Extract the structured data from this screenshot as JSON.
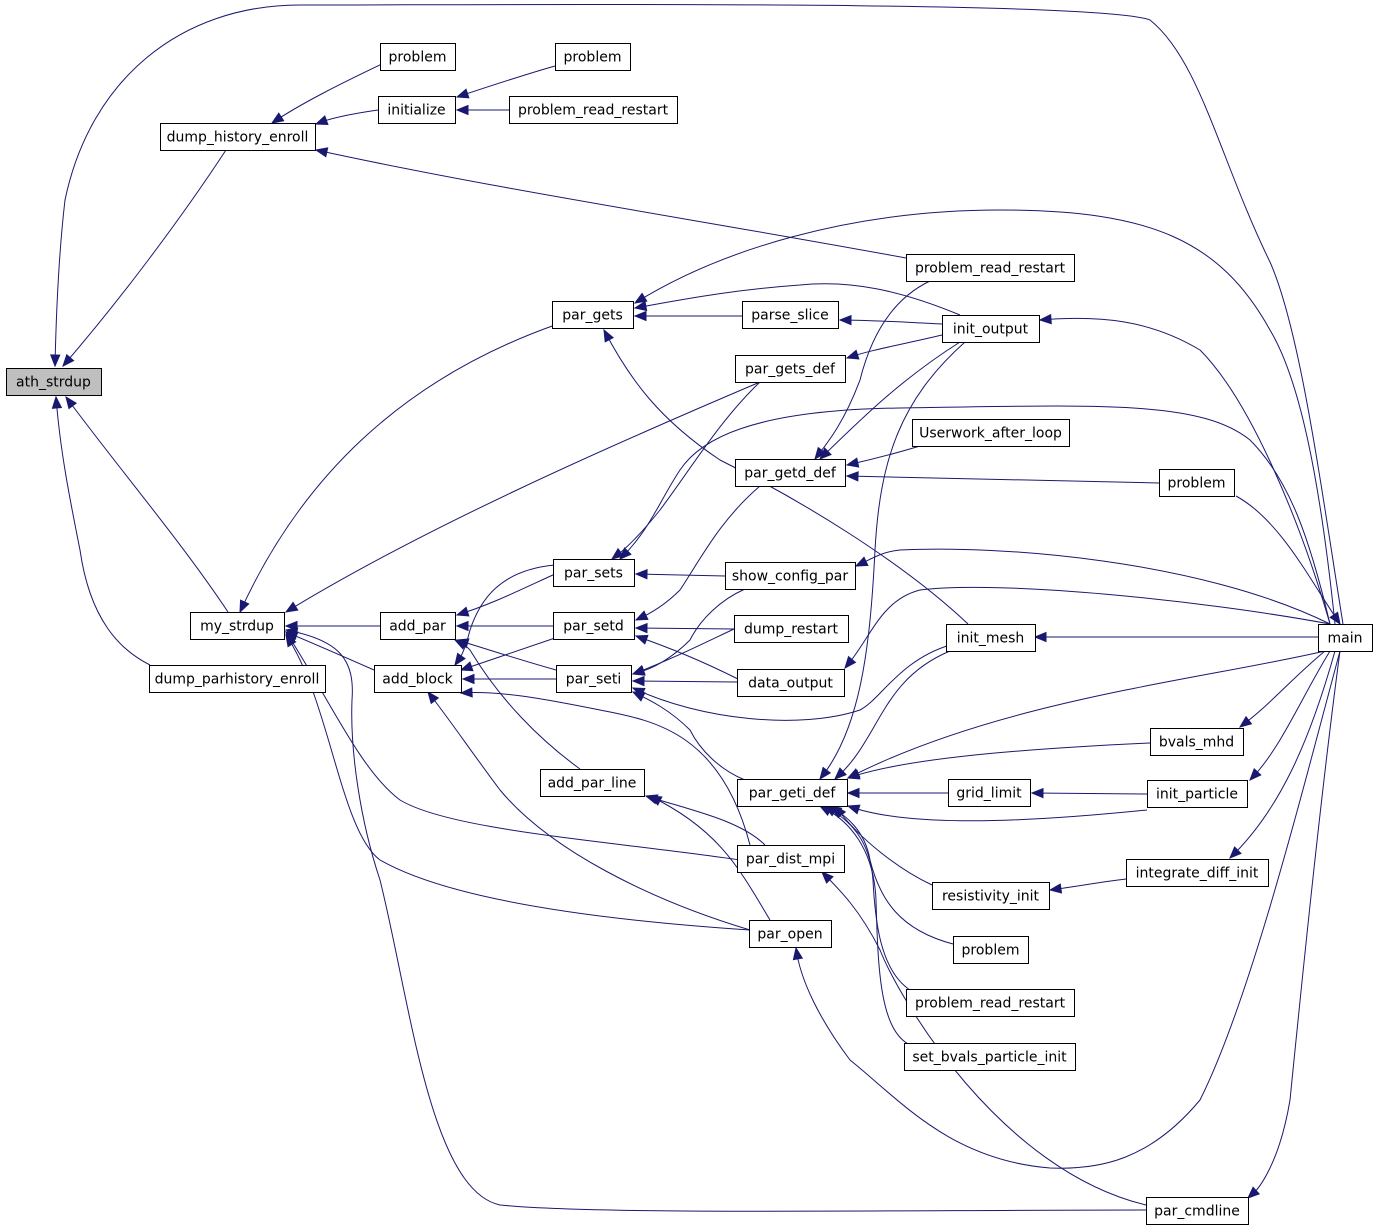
{
  "graph": {
    "title": "",
    "colors": {
      "edge": "#191970",
      "node_border": "#000000",
      "highlight_fill": "#bfbfbf",
      "background": "#ffffff"
    },
    "nodes": [
      {
        "id": "ath_strdup",
        "label": "ath_strdup",
        "highlight": true
      },
      {
        "id": "dump_history_enroll",
        "label": "dump_history_enroll"
      },
      {
        "id": "problem_a",
        "label": "problem"
      },
      {
        "id": "initialize",
        "label": "initialize"
      },
      {
        "id": "problem_b",
        "label": "problem"
      },
      {
        "id": "problem_read_restart_a",
        "label": "problem_read_restart"
      },
      {
        "id": "my_strdup",
        "label": "my_strdup"
      },
      {
        "id": "dump_parhistory_enroll",
        "label": "dump_parhistory_enroll"
      },
      {
        "id": "add_par",
        "label": "add_par"
      },
      {
        "id": "add_block",
        "label": "add_block"
      },
      {
        "id": "par_gets",
        "label": "par_gets"
      },
      {
        "id": "parse_slice",
        "label": "parse_slice"
      },
      {
        "id": "par_gets_def",
        "label": "par_gets_def"
      },
      {
        "id": "par_getd_def",
        "label": "par_getd_def"
      },
      {
        "id": "par_sets",
        "label": "par_sets"
      },
      {
        "id": "par_setd",
        "label": "par_setd"
      },
      {
        "id": "par_seti",
        "label": "par_seti"
      },
      {
        "id": "add_par_line",
        "label": "add_par_line"
      },
      {
        "id": "show_config_par",
        "label": "show_config_par"
      },
      {
        "id": "dump_restart",
        "label": "dump_restart"
      },
      {
        "id": "data_output",
        "label": "data_output"
      },
      {
        "id": "par_geti_def",
        "label": "par_geti_def"
      },
      {
        "id": "par_dist_mpi",
        "label": "par_dist_mpi"
      },
      {
        "id": "par_open",
        "label": "par_open"
      },
      {
        "id": "problem_read_restart_b",
        "label": "problem_read_restart"
      },
      {
        "id": "init_output",
        "label": "init_output"
      },
      {
        "id": "Userwork_after_loop",
        "label": "Userwork_after_loop"
      },
      {
        "id": "problem_c",
        "label": "problem"
      },
      {
        "id": "init_mesh",
        "label": "init_mesh"
      },
      {
        "id": "bvals_mhd",
        "label": "bvals_mhd"
      },
      {
        "id": "grid_limit",
        "label": "grid_limit"
      },
      {
        "id": "init_particle",
        "label": "init_particle"
      },
      {
        "id": "resistivity_init",
        "label": "resistivity_init"
      },
      {
        "id": "integrate_diff_init",
        "label": "integrate_diff_init"
      },
      {
        "id": "problem_d",
        "label": "problem"
      },
      {
        "id": "problem_read_restart_c",
        "label": "problem_read_restart"
      },
      {
        "id": "set_bvals_particle_init",
        "label": "set_bvals_particle_init"
      },
      {
        "id": "par_cmdline",
        "label": "par_cmdline"
      },
      {
        "id": "main",
        "label": "main"
      }
    ],
    "edges": [
      {
        "from": "dump_history_enroll",
        "to": "ath_strdup"
      },
      {
        "from": "my_strdup",
        "to": "ath_strdup"
      },
      {
        "from": "dump_parhistory_enroll",
        "to": "ath_strdup"
      },
      {
        "from": "main",
        "to": "ath_strdup"
      },
      {
        "from": "problem_a",
        "to": "dump_history_enroll"
      },
      {
        "from": "initialize",
        "to": "dump_history_enroll"
      },
      {
        "from": "problem_read_restart_b",
        "to": "dump_history_enroll"
      },
      {
        "from": "problem_b",
        "to": "initialize"
      },
      {
        "from": "problem_read_restart_a",
        "to": "initialize"
      },
      {
        "from": "add_par",
        "to": "my_strdup"
      },
      {
        "from": "add_block",
        "to": "my_strdup"
      },
      {
        "from": "par_gets",
        "to": "my_strdup"
      },
      {
        "from": "par_gets_def",
        "to": "my_strdup"
      },
      {
        "from": "par_dist_mpi",
        "to": "my_strdup"
      },
      {
        "from": "par_open",
        "to": "my_strdup"
      },
      {
        "from": "par_cmdline",
        "to": "my_strdup"
      },
      {
        "from": "par_sets",
        "to": "add_par"
      },
      {
        "from": "par_setd",
        "to": "add_par"
      },
      {
        "from": "par_seti",
        "to": "add_par"
      },
      {
        "from": "add_par_line",
        "to": "add_par"
      },
      {
        "from": "par_sets",
        "to": "add_block"
      },
      {
        "from": "par_setd",
        "to": "add_block"
      },
      {
        "from": "par_seti",
        "to": "add_block"
      },
      {
        "from": "par_dist_mpi",
        "to": "add_block"
      },
      {
        "from": "par_open",
        "to": "add_block"
      },
      {
        "from": "parse_slice",
        "to": "par_gets"
      },
      {
        "from": "init_output",
        "to": "par_gets"
      },
      {
        "from": "init_mesh",
        "to": "par_gets"
      },
      {
        "from": "main",
        "to": "par_gets"
      },
      {
        "from": "init_output",
        "to": "parse_slice"
      },
      {
        "from": "init_output",
        "to": "par_gets_def"
      },
      {
        "from": "problem_read_restart_b",
        "to": "par_getd_def"
      },
      {
        "from": "init_output",
        "to": "par_getd_def"
      },
      {
        "from": "Userwork_after_loop",
        "to": "par_getd_def"
      },
      {
        "from": "problem_c",
        "to": "par_getd_def"
      },
      {
        "from": "show_config_par",
        "to": "par_sets"
      },
      {
        "from": "par_gets_def",
        "to": "par_sets"
      },
      {
        "from": "main",
        "to": "par_sets"
      },
      {
        "from": "dump_restart",
        "to": "par_setd"
      },
      {
        "from": "data_output",
        "to": "par_setd"
      },
      {
        "from": "par_getd_def",
        "to": "par_setd"
      },
      {
        "from": "show_config_par",
        "to": "par_seti"
      },
      {
        "from": "dump_restart",
        "to": "par_seti"
      },
      {
        "from": "data_output",
        "to": "par_seti"
      },
      {
        "from": "init_mesh",
        "to": "par_seti"
      },
      {
        "from": "par_geti_def",
        "to": "par_seti"
      },
      {
        "from": "par_dist_mpi",
        "to": "add_par_line"
      },
      {
        "from": "par_open",
        "to": "add_par_line"
      },
      {
        "from": "main",
        "to": "init_output"
      },
      {
        "from": "problem_c",
        "to": "main"
      },
      {
        "from": "main",
        "to": "show_config_par"
      },
      {
        "from": "main",
        "to": "data_output"
      },
      {
        "from": "init_output",
        "to": "par_geti_def"
      },
      {
        "from": "init_mesh",
        "to": "par_geti_def"
      },
      {
        "from": "main",
        "to": "par_geti_def"
      },
      {
        "from": "bvals_mhd",
        "to": "par_geti_def"
      },
      {
        "from": "grid_limit",
        "to": "par_geti_def"
      },
      {
        "from": "init_particle",
        "to": "par_geti_def"
      },
      {
        "from": "resistivity_init",
        "to": "par_geti_def"
      },
      {
        "from": "problem_d",
        "to": "par_geti_def"
      },
      {
        "from": "problem_read_restart_c",
        "to": "par_geti_def"
      },
      {
        "from": "set_bvals_particle_init",
        "to": "par_geti_def"
      },
      {
        "from": "main",
        "to": "init_mesh"
      },
      {
        "from": "main",
        "to": "bvals_mhd"
      },
      {
        "from": "init_particle",
        "to": "grid_limit"
      },
      {
        "from": "main",
        "to": "init_particle"
      },
      {
        "from": "integrate_diff_init",
        "to": "resistivity_init"
      },
      {
        "from": "main",
        "to": "integrate_diff_init"
      },
      {
        "from": "par_cmdline",
        "to": "par_dist_mpi"
      },
      {
        "from": "main",
        "to": "par_open"
      },
      {
        "from": "main",
        "to": "par_cmdline"
      }
    ]
  }
}
